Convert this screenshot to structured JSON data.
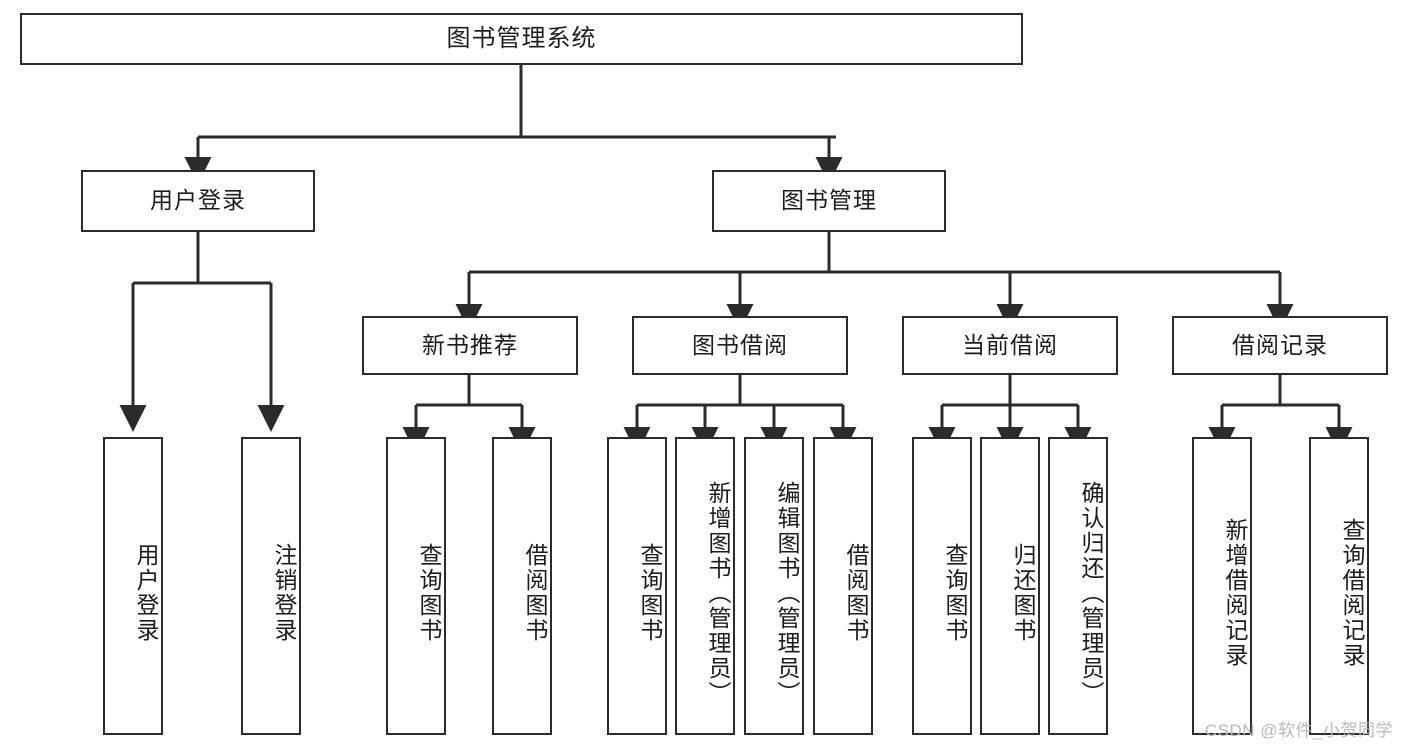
{
  "diagram": {
    "title": "图书管理系统",
    "type": "tree-hierarchy",
    "watermark": "CSDN @软件_小贺同学",
    "colors": {
      "border": "#2b2b2b",
      "background": "#ffffff",
      "text": "#1c1c1c",
      "connector": "#2b2b2b",
      "watermark": "#b9b9b9"
    },
    "levels": {
      "root": {
        "label": "图书管理系统"
      },
      "level2": [
        {
          "label": "用户登录"
        },
        {
          "label": "图书管理"
        }
      ],
      "level3": [
        {
          "label": "新书推荐"
        },
        {
          "label": "图书借阅"
        },
        {
          "label": "当前借阅"
        },
        {
          "label": "借阅记录"
        }
      ],
      "leaves": [
        {
          "label": "用户登录",
          "parent": "用户登录"
        },
        {
          "label": "注销登录",
          "parent": "用户登录"
        },
        {
          "label": "查询图书",
          "parent": "新书推荐"
        },
        {
          "label": "借阅图书",
          "parent": "新书推荐"
        },
        {
          "label": "查询图书",
          "parent": "图书借阅"
        },
        {
          "label": "新增图书（管理员）",
          "parent": "图书借阅"
        },
        {
          "label": "编辑图书（管理员）",
          "parent": "图书借阅"
        },
        {
          "label": "借阅图书",
          "parent": "图书借阅"
        },
        {
          "label": "查询图书",
          "parent": "当前借阅"
        },
        {
          "label": "归还图书",
          "parent": "当前借阅"
        },
        {
          "label": "确认归还（管理员）",
          "parent": "当前借阅"
        },
        {
          "label": "新增借阅记录",
          "parent": "借阅记录"
        },
        {
          "label": "查询借阅记录",
          "parent": "借阅记录"
        }
      ]
    }
  }
}
